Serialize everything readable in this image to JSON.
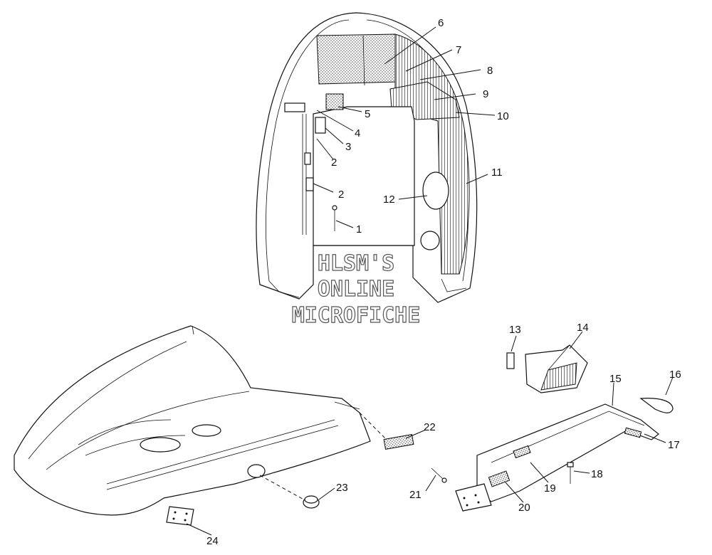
{
  "watermark": {
    "line1": "HLSM'S",
    "line2": "ONLINE",
    "line3": "MICROFICHE"
  },
  "callouts": {
    "c1": "1",
    "c2a": "2",
    "c2b": "2",
    "c3": "3",
    "c4": "4",
    "c5": "5",
    "c6": "6",
    "c7": "7",
    "c8": "8",
    "c9": "9",
    "c10": "10",
    "c11": "11",
    "c12": "12",
    "c13": "13",
    "c14": "14",
    "c15": "15",
    "c16": "16",
    "c17": "17",
    "c18": "18",
    "c19": "19",
    "c20": "20",
    "c21": "21",
    "c22": "22",
    "c23": "23",
    "c24": "24"
  }
}
